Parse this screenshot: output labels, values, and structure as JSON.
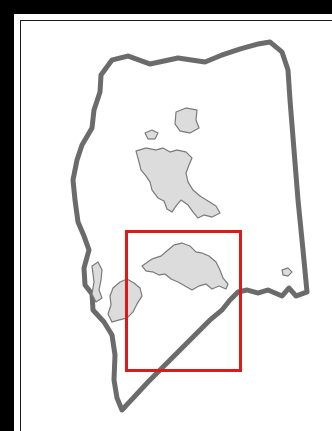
{
  "map": {
    "colors": {
      "frame": "#000000",
      "boundary": "#6b6b6b",
      "urban_fill": "#dcdcdc",
      "urban_stroke": "#7a7a7a",
      "highlight": "#dd1a1a",
      "background": "#ffffff"
    },
    "icons": {
      "region": "county-boundary-shape",
      "areas": "urban-area-shapes",
      "box": "highlight-rectangle"
    }
  }
}
